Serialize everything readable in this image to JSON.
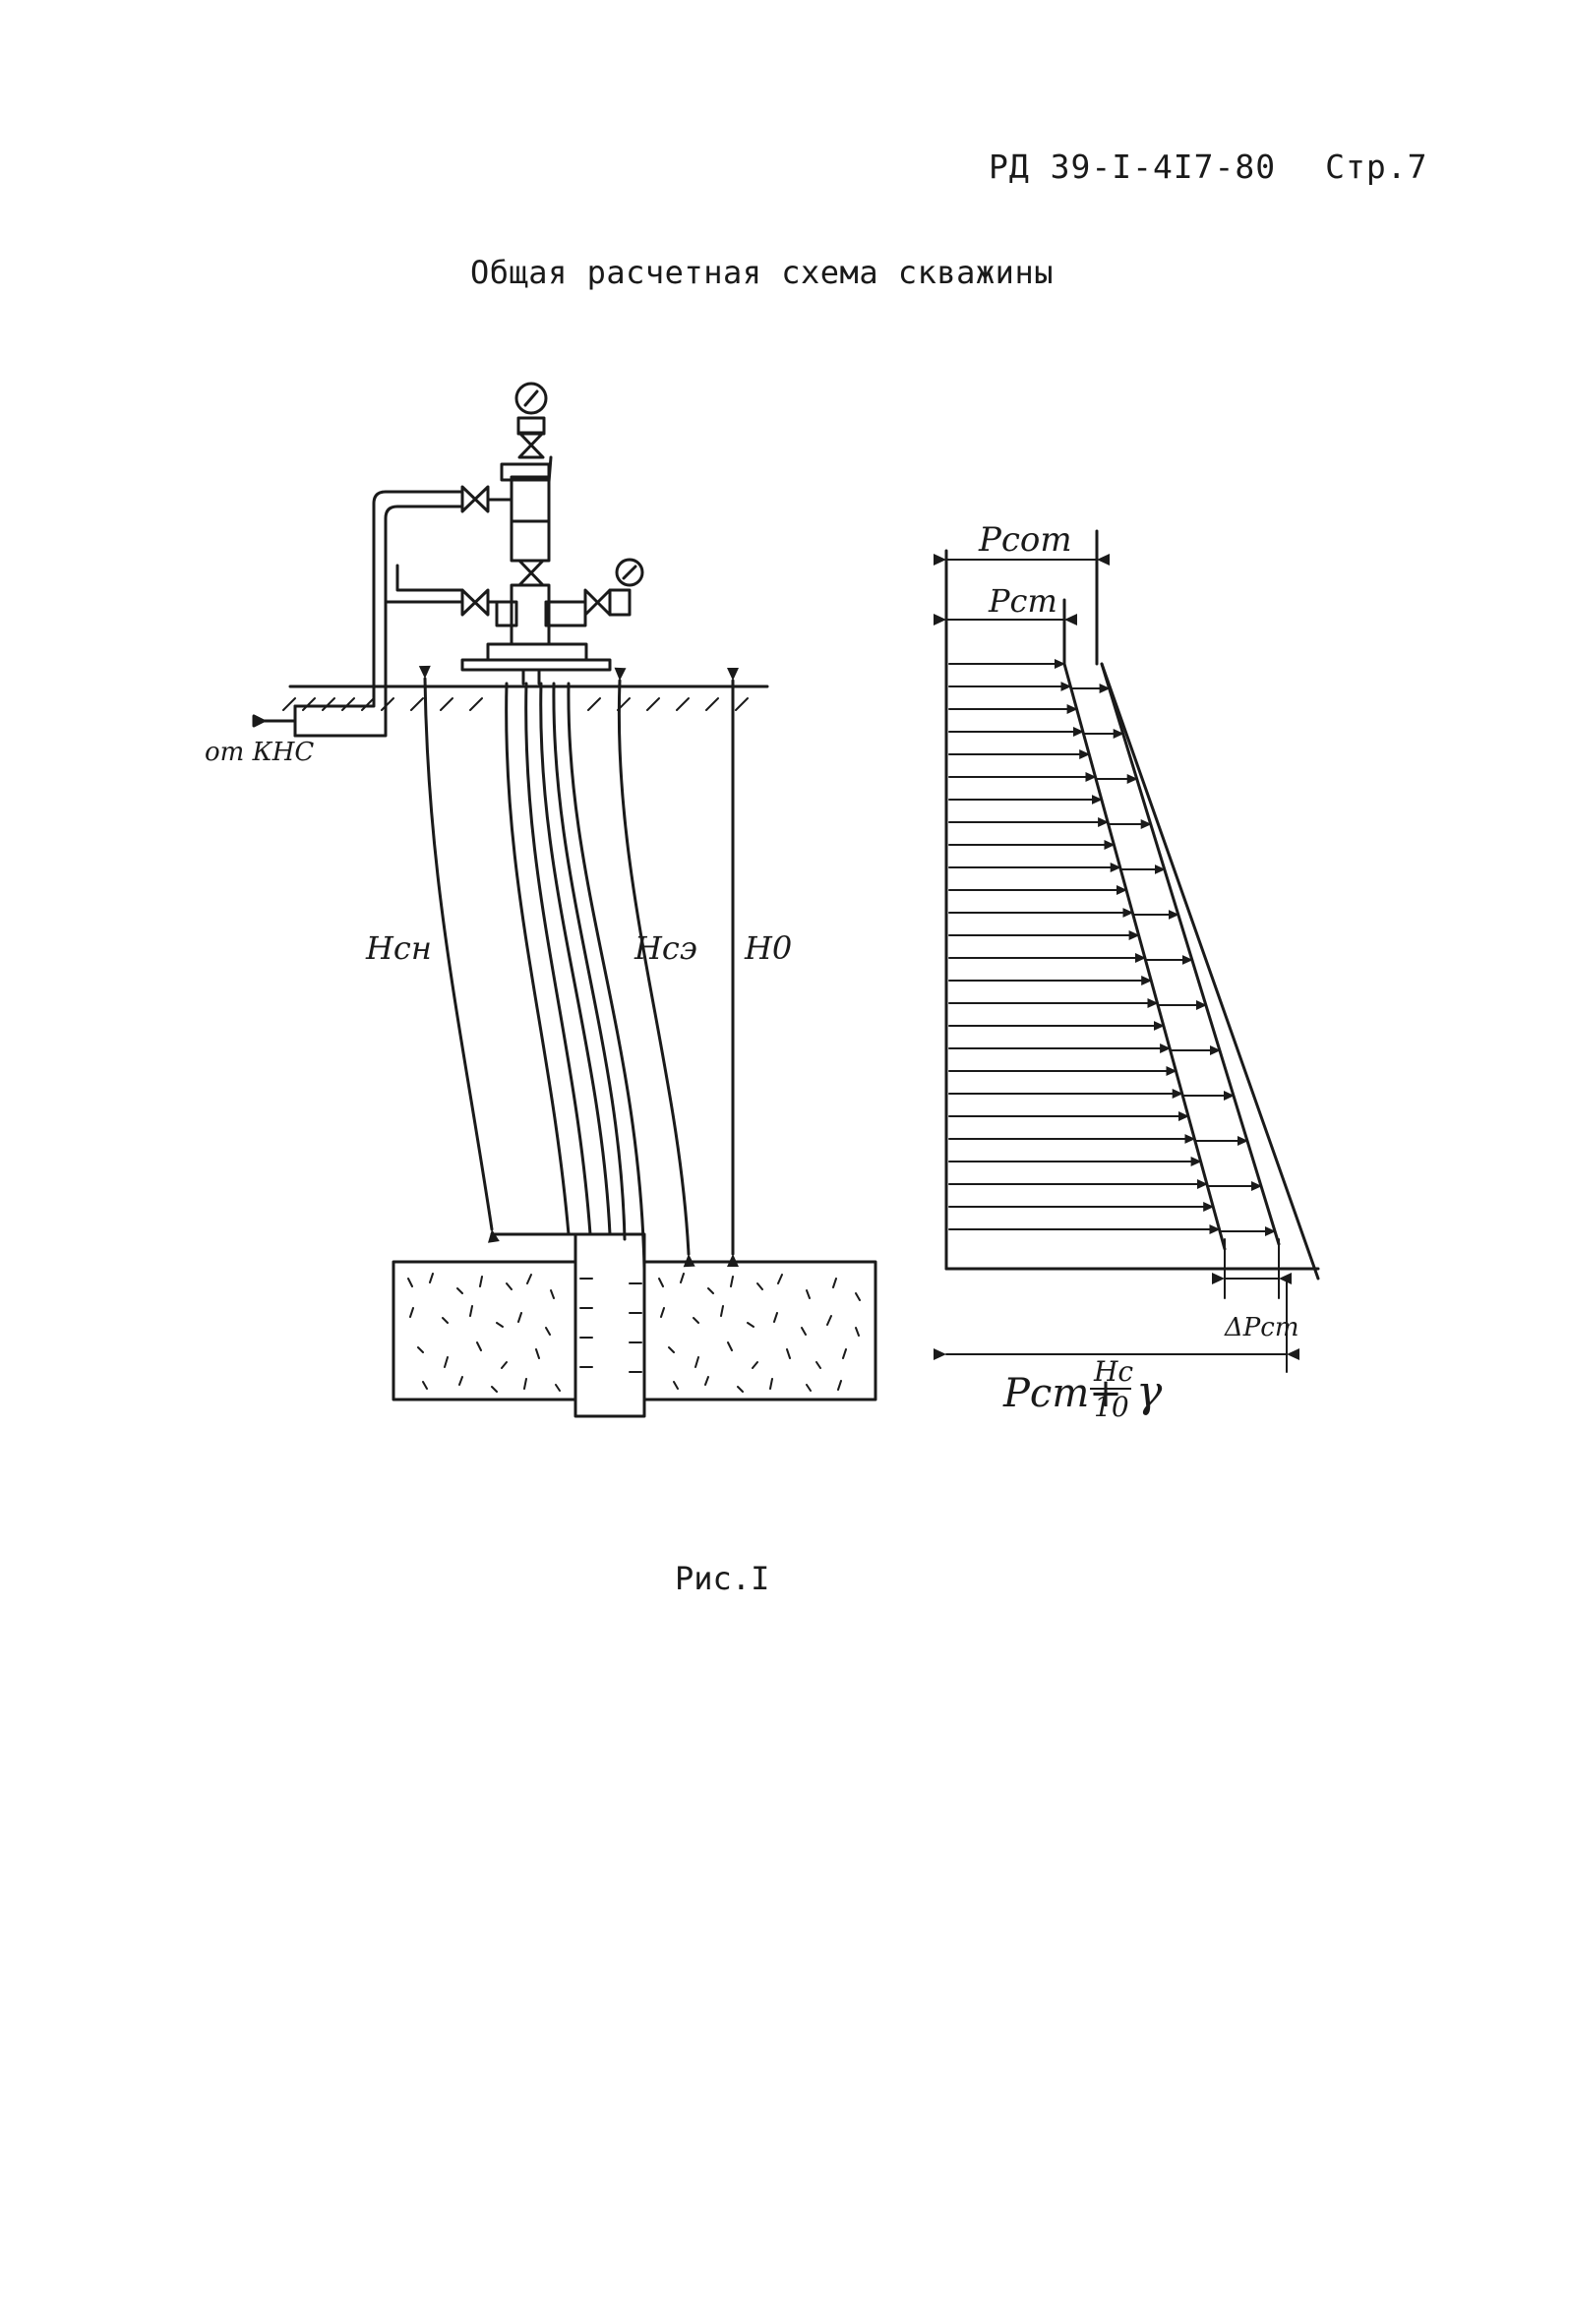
{
  "header": {
    "doc_code": "РД 39-I-4I7-80",
    "page": "Стр.7"
  },
  "title": "Общая расчетная схема скважины",
  "figure": {
    "inflow_label": "от КНС",
    "labels": {
      "h_cn": "Hсн",
      "h_ce": "Hсэ",
      "h_0": "H0",
      "p_cot": "Pсот",
      "p_ct": "Pст",
      "delta_p": "ΔPст",
      "bottom_formula_main": "Pст+",
      "bottom_formula_num": "Hc",
      "bottom_formula_den": "10",
      "bottom_formula_gamma": "γ"
    }
  },
  "caption": "Рис.I"
}
